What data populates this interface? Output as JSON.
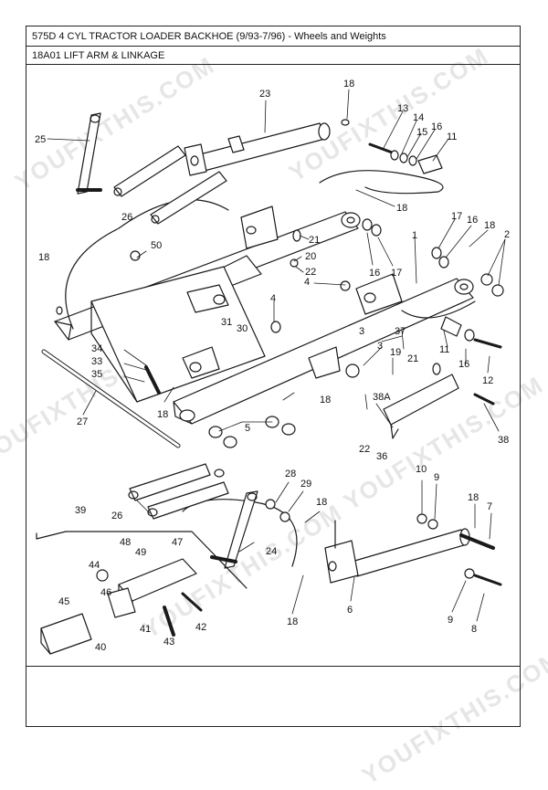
{
  "header": {
    "title": "575D 4 CYL TRACTOR LOADER BACKHOE (9/93-7/96) - Wheels and Weights",
    "section": "18A01 LIFT ARM & LINKAGE"
  },
  "watermarks": [
    "YOUFIXTHIS.COM",
    "YOUFIXTHIS.COM",
    "YOUFIXTHIS.COM",
    "YOUFIXTHIS.COM",
    "YOUFIXTHIS.COM",
    "YOUFIXTHIS.COM"
  ],
  "callouts": {
    "c1": "1",
    "c2": "2",
    "c3a": "3",
    "c3b": "3",
    "c4a": "4",
    "c4b": "4",
    "c5": "5",
    "c6": "6",
    "c7": "7",
    "c8": "8",
    "c9a": "9",
    "c9b": "9",
    "c10": "10",
    "c11a": "11",
    "c11b": "11",
    "c12": "12",
    "c13": "13",
    "c14": "14",
    "c15": "15",
    "c16a": "16",
    "c16b": "16",
    "c16c": "16",
    "c16d": "16",
    "c17a": "17",
    "c17b": "17",
    "c18a": "18",
    "c18b": "18",
    "c18c": "18",
    "c18d": "18",
    "c18e": "18",
    "c18f": "18",
    "c18g": "18",
    "c18h": "18",
    "c18i": "18",
    "c19": "19",
    "c20": "20",
    "c21a": "21",
    "c21b": "21",
    "c22a": "22",
    "c22b": "22",
    "c23": "23",
    "c24": "24",
    "c25": "25",
    "c26a": "26",
    "c26b": "26",
    "c27": "27",
    "c28": "28",
    "c29": "29",
    "c30": "30",
    "c31": "31",
    "c33": "33",
    "c34": "34",
    "c35": "35",
    "c36": "36",
    "c37": "37",
    "c38": "38",
    "c38a": "38A",
    "c39": "39",
    "c40": "40",
    "c41": "41",
    "c42": "42",
    "c43": "43",
    "c44": "44",
    "c45": "45",
    "c46": "46",
    "c47": "47",
    "c48": "48",
    "c49": "49",
    "c50": "50"
  }
}
